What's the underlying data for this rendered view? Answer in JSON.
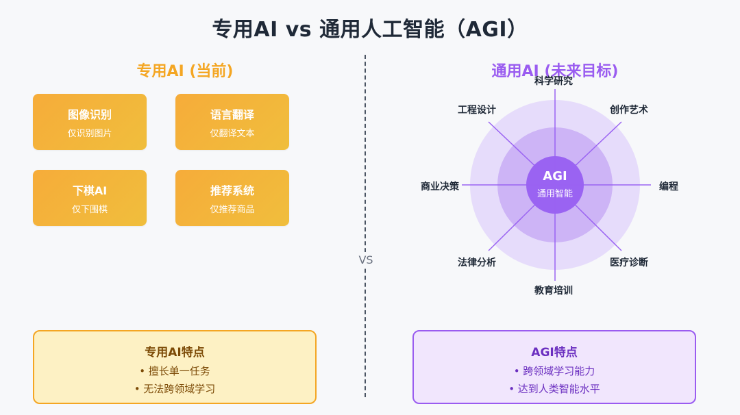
{
  "title": "专用AI vs 通用人工智能（AGI）",
  "left": {
    "title": "专用AI (当前)",
    "cards": [
      {
        "title": "图像识别",
        "sub": "仅识别图片"
      },
      {
        "title": "语言翻译",
        "sub": "仅翻译文本"
      },
      {
        "title": "下棋AI",
        "sub": "仅下围棋"
      },
      {
        "title": "推荐系统",
        "sub": "仅推荐商品"
      }
    ],
    "features": {
      "title": "专用AI特点",
      "items": [
        "• 擅长单一任务",
        "• 无法跨领域学习"
      ]
    }
  },
  "vs_label": "VS",
  "right": {
    "title": "通用AI (未来目标)",
    "center": {
      "main": "AGI",
      "sub": "通用智能"
    },
    "nodes": [
      "科学研究",
      "创作艺术",
      "编程",
      "医疗诊断",
      "教育培训",
      "法律分析",
      "商业决策",
      "工程设计"
    ],
    "features": {
      "title": "AGI特点",
      "items": [
        "• 跨领域学习能力",
        "• 达到人类智能水平"
      ]
    }
  },
  "colors": {
    "left_accent": "#f4a623",
    "right_accent": "#9a5cf0",
    "card_start": "#f6ac3a",
    "card_end": "#f0be3c"
  }
}
